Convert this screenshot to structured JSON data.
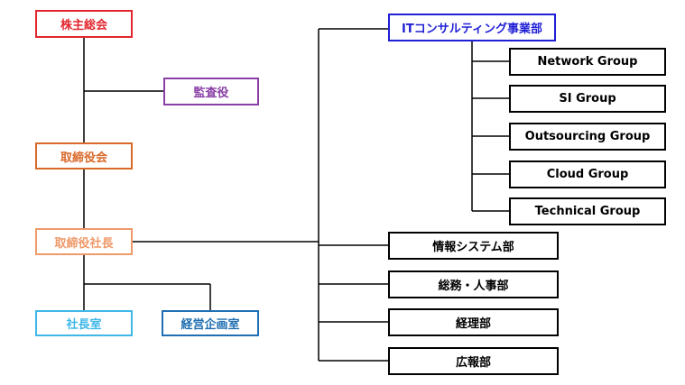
{
  "org": {
    "shareholders": {
      "label": "株主総会",
      "color": "#e3262d"
    },
    "auditor": {
      "label": "監査役",
      "color": "#8a3fa6"
    },
    "board": {
      "label": "取締役会",
      "color": "#d9692a"
    },
    "president": {
      "label": "取締役社長",
      "color": "#ee9a6a"
    },
    "presidents_office": {
      "label": "社長室",
      "color": "#3fb8e8"
    },
    "management_planning": {
      "label": "経営企画室",
      "color": "#1f6fb2"
    },
    "it_consulting": {
      "label": "ITコンサルティング事業部",
      "color": "#1f1fd6"
    },
    "groups": [
      {
        "label": "Network Group"
      },
      {
        "label": "SI Group"
      },
      {
        "label": "Outsourcing Group"
      },
      {
        "label": "Cloud Group"
      },
      {
        "label": "Technical Group"
      }
    ],
    "departments": [
      {
        "label": "情報システム部"
      },
      {
        "label": "総務・人事部"
      },
      {
        "label": "経理部"
      },
      {
        "label": "広報部"
      }
    ]
  }
}
